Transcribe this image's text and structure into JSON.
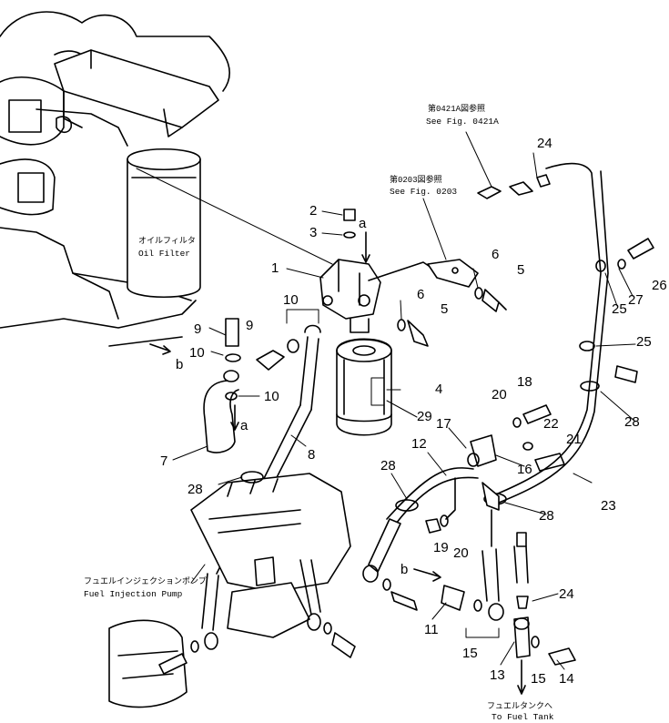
{
  "callouts": {
    "n1": "1",
    "n2": "2",
    "n3": "3",
    "n4": "4",
    "n5a": "5",
    "n5b": "5",
    "n6a": "6",
    "n6b": "6",
    "n7": "7",
    "n8": "8",
    "n9a": "9",
    "n9b": "9",
    "n10a": "10",
    "n10b": "10",
    "n10c": "10",
    "n11": "11",
    "n12": "12",
    "n13": "13",
    "n14": "14",
    "n15a": "15",
    "n15b": "15",
    "n16": "16",
    "n17": "17",
    "n18": "18",
    "n19": "19",
    "n20a": "20",
    "n20b": "20",
    "n21": "21",
    "n22": "22",
    "n23": "23",
    "n24a": "24",
    "n24b": "24",
    "n25a": "25",
    "n25b": "25",
    "n26": "26",
    "n27": "27",
    "n28a": "28",
    "n28b": "28",
    "n28c": "28",
    "n28d": "28",
    "n29": "29",
    "aTop": "a",
    "aBottom": "a",
    "bLeft": "b",
    "bRight": "b"
  },
  "notes": {
    "fig0421_jp": "第0421A図参照",
    "fig0421_en": "See  Fig. 0421A",
    "fig0203_jp": "第0203図参照",
    "fig0203_en": "See  Fig. 0203",
    "oil_filter_jp": "オイルフィルタ",
    "oil_filter_en": "Oil  Filter",
    "pump_jp": "フュエルインジェクションポンプ",
    "pump_en": "Fuel  Injection  Pump",
    "tank_jp": "フュエルタンクへ",
    "tank_en": "To  Fuel  Tank"
  }
}
